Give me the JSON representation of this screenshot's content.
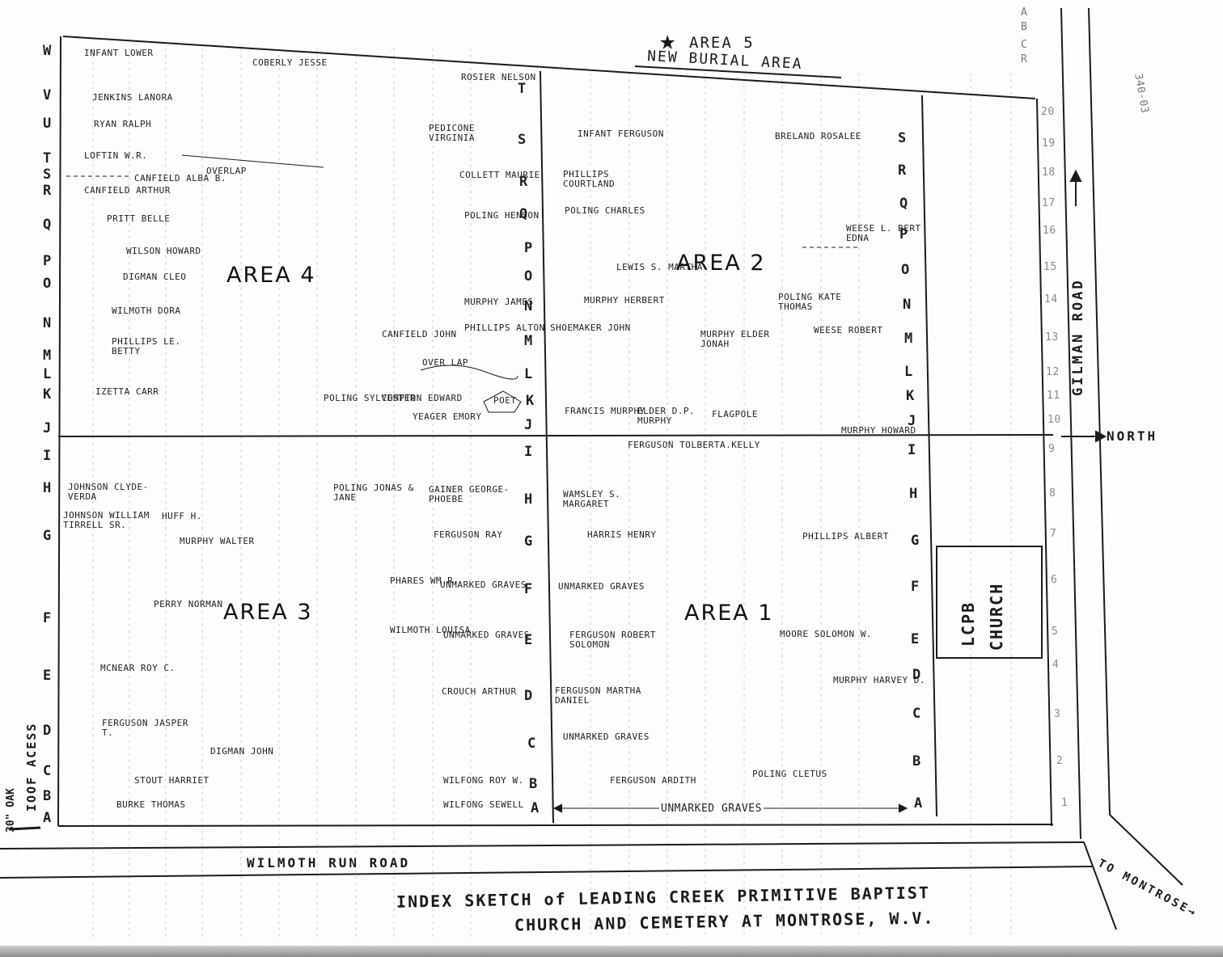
{
  "title_line1": "INDEX SKETCH of LEADING CREEK PRIMITIVE BAPTIST",
  "title_line2": "CHURCH AND CEMETERY AT MONTROSE, W.V.",
  "area5": {
    "star": "★",
    "label": "AREA 5",
    "subtitle": "NEW BURIAL AREA"
  },
  "areas": {
    "a1": "AREA 1",
    "a2": "AREA 2",
    "a3": "AREA 3",
    "a4": "AREA 4"
  },
  "roads": {
    "wilmoth": "WILMOTH RUN ROAD",
    "gilman": "GILMAN ROAD",
    "montrose": "TO MONTROSE→",
    "north": "NORTH"
  },
  "church": {
    "line1": "LCPB",
    "line2": "CHURCH"
  },
  "oak": "30\" OAK",
  "ioof": "IOOF ACESS",
  "corner_note": "340-03",
  "corner_letters": [
    "A",
    "B",
    "C",
    "R"
  ],
  "row_letters_left": [
    "W",
    "V",
    "U",
    "T",
    "S",
    "R",
    "Q",
    "P",
    "O",
    "N",
    "M",
    "L",
    "K",
    "J",
    "I",
    "H",
    "G",
    "F",
    "E",
    "D",
    "C",
    "B",
    "A"
  ],
  "row_letters_mid": [
    "T",
    "S",
    "R",
    "Q",
    "P",
    "O",
    "N",
    "M",
    "L",
    "K",
    "J",
    "I",
    "H",
    "G",
    "F",
    "E",
    "D",
    "C",
    "B",
    "A"
  ],
  "row_letters_right": [
    "S",
    "R",
    "Q",
    "P",
    "O",
    "N",
    "M",
    "L",
    "K",
    "J",
    "I",
    "H",
    "G",
    "F",
    "E",
    "D",
    "C",
    "B",
    "A"
  ],
  "col_numbers": [
    "20",
    "19",
    "18",
    "17",
    "16",
    "15",
    "14",
    "13",
    "12",
    "11",
    "10",
    "9",
    "8",
    "7",
    "6",
    "5",
    "4",
    "3",
    "2",
    "1"
  ],
  "unmarked_bottom": "UNMARKED GRAVES",
  "area4_names": [
    "INFANT LOWER",
    "COBERLY JESSE",
    "JENKINS LANORA",
    "RYAN RALPH",
    "LOFTIN W.R.",
    "CANFIELD ALBA B.",
    "CANFIELD ARTHUR",
    "OVERLAP",
    "PRITT BELLE",
    "WILSON HOWARD",
    "DIGMAN CLEO",
    "WILMOTH DORA",
    "PHILLIPS LE. BETTY",
    "IZETTA CARR",
    "POLING SYLVESTER",
    "COMPTON EDWARD",
    "YEAGER EMORY",
    "CANFIELD JOHN",
    "OVER LAP",
    "POET",
    "ROSIER NELSON",
    "PEDICONE VIRGINIA",
    "COLLETT MAURIE",
    "POLING HENSON",
    "MURPHY JAMES",
    "PHILLIPS ALTON"
  ],
  "area2_names": [
    "INFANT FERGUSON",
    "BRELAND ROSALEE",
    "PHILLIPS COURTLAND",
    "POLING CHARLES",
    "WEESE L. BERT EDNA",
    "LEWIS S. MARTHA",
    "MURPHY HERBERT",
    "POLING KATE THOMAS",
    "SHOEMAKER JOHN",
    "MURPHY ELDER JONAH",
    "WEESE ROBERT",
    "FRANCIS MURPHY",
    "ELDER D.P. MURPHY",
    "FLAGPOLE",
    "MURPHY HOWARD"
  ],
  "area3_names": [
    "JOHNSON CLYDE-VERDA",
    "JOHNSON WILLIAM TIRRELL SR.",
    "HUFF H.",
    "MURPHY WALTER",
    "POLING JONAS & JANE",
    "GAINER GEORGE-PHOEBE",
    "FERGUSON RAY",
    "PHARES WM.R.",
    "UNMARKED GRAVES",
    "PERRY NORMAN",
    "WILMOTH LOUISA",
    "UNMARKED GRAVES",
    "MCNEAR ROY C.",
    "CROUCH ARTHUR",
    "FERGUSON JASPER T.",
    "DIGMAN JOHN",
    "STOUT HARRIET",
    "WILFONG ROY W.",
    "BURKE THOMAS",
    "WILFONG SEWELL"
  ],
  "area1_names": [
    "FERGUSON TOLBERT",
    "A.KELLY",
    "WAMSLEY S. MARGARET",
    "HARRIS HENRY",
    "PHILLIPS ALBERT",
    "UNMARKED GRAVES",
    "FERGUSON ROBERT SOLOMON",
    "MOORE SOLOMON W.",
    "FERGUSON MARTHA DANIEL",
    "MURPHY HARVEY D.",
    "UNMARKED GRAVES",
    "FERGUSON ARDITH",
    "POLING CLETUS"
  ]
}
